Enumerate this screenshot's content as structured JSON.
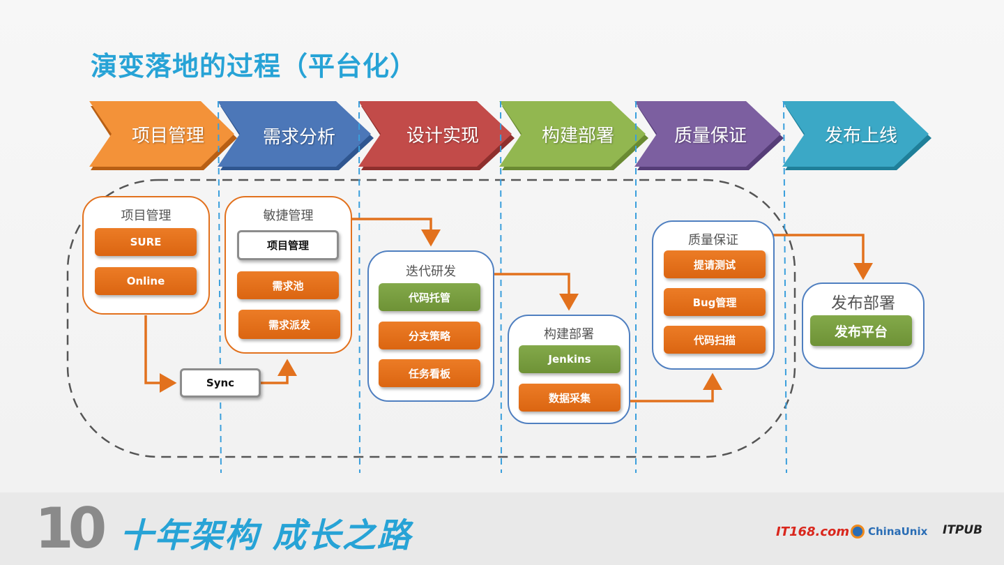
{
  "title": "演变落地的过程（平台化）",
  "stages": [
    {
      "label": "项目管理",
      "color": "#f28f34"
    },
    {
      "label": "需求分析",
      "color": "#4a74b5"
    },
    {
      "label": "设计实现",
      "color": "#c04a48"
    },
    {
      "label": "构建部署",
      "color": "#8fb34e"
    },
    {
      "label": "质量保证",
      "color": "#7a5c9e"
    },
    {
      "label": "发布上线",
      "color": "#3aa7c4"
    }
  ],
  "groups": {
    "project": {
      "title": "项目管理",
      "items": [
        "SURE",
        "Online"
      ]
    },
    "agile": {
      "title": "敏捷管理",
      "items": [
        "项目管理",
        "需求池",
        "需求派发"
      ]
    },
    "sync": "Sync",
    "iteration": {
      "title": "迭代研发",
      "items": [
        "代码托管",
        "分支策略",
        "任务看板"
      ]
    },
    "build": {
      "title": "构建部署",
      "items": [
        "Jenkins",
        "数据采集"
      ]
    },
    "quality": {
      "title": "质量保证",
      "items": [
        "提请测试",
        "Bug管理",
        "代码扫描"
      ]
    },
    "release": {
      "title": "发布部署",
      "items": [
        "发布平台"
      ]
    }
  },
  "footer": {
    "number": "10",
    "slogan": "十年架构 成长之路",
    "logos": [
      "IT168.com",
      "ChinaUnix",
      "ITPUB"
    ]
  }
}
